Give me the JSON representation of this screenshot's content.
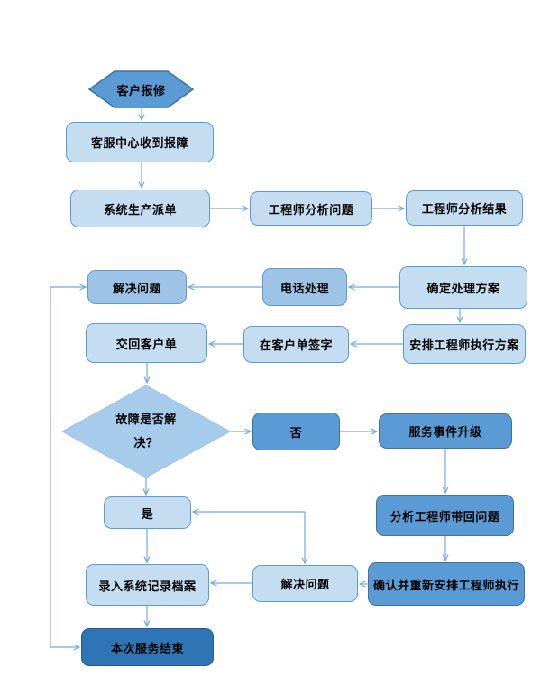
{
  "diagram": {
    "type": "flowchart",
    "language": "zh-CN",
    "description": "customer-service-repair-workflow"
  },
  "palette": {
    "light_fill": "#C5DDF1",
    "medium_fill": "#9DC3E6",
    "dark_fill": "#5B9BD5",
    "end_fill": "#2E75B6",
    "diamond_fill": "#A7CBEA",
    "border_light": "#5B9BD5",
    "border_dark": "#41719C",
    "connector": "#74A9DC",
    "text": "#000000"
  },
  "nodes": [
    {
      "id": "start",
      "label": "客户报修",
      "shape": "hexagon",
      "variant": "dark"
    },
    {
      "id": "receive",
      "label": "客服中心收到报障",
      "shape": "rounded-rect",
      "variant": "light"
    },
    {
      "id": "dispatch",
      "label": "系统生产派单",
      "shape": "rounded-rect",
      "variant": "light"
    },
    {
      "id": "analyze-problem",
      "label": "工程师分析问题",
      "shape": "rounded-rect",
      "variant": "light"
    },
    {
      "id": "analysis-result",
      "label": "工程师分析结果",
      "shape": "rounded-rect",
      "variant": "light"
    },
    {
      "id": "confirm-plan",
      "label": "确定处理方案",
      "shape": "rounded-rect",
      "variant": "light"
    },
    {
      "id": "phone-handle",
      "label": "电话处理",
      "shape": "rounded-rect",
      "variant": "medium"
    },
    {
      "id": "solve-top",
      "label": "解决问题",
      "shape": "rounded-rect",
      "variant": "medium"
    },
    {
      "id": "assign-engineer",
      "label": "安排工程师执行方案",
      "shape": "rounded-rect",
      "variant": "light"
    },
    {
      "id": "sign-order",
      "label": "在客户单签字",
      "shape": "rounded-rect",
      "variant": "light"
    },
    {
      "id": "return-order",
      "label": "交回客户单",
      "shape": "rounded-rect",
      "variant": "light"
    },
    {
      "id": "decision",
      "label": "故障是否解决？",
      "line1": "故障是否解",
      "line2": "决？",
      "shape": "diamond",
      "variant": "diamond"
    },
    {
      "id": "no",
      "label": "否",
      "shape": "rounded-rect",
      "variant": "dark"
    },
    {
      "id": "escalate",
      "label": "服务事件升级",
      "shape": "rounded-rect",
      "variant": "dark"
    },
    {
      "id": "analyze-back",
      "label": "分析工程师带回问题",
      "shape": "rounded-rect",
      "variant": "dark"
    },
    {
      "id": "yes",
      "label": "是",
      "shape": "rounded-rect",
      "variant": "light"
    },
    {
      "id": "confirm-rearrange",
      "label": "确认并重新安排工程师执行",
      "shape": "rounded-rect",
      "variant": "dark"
    },
    {
      "id": "solve-bottom",
      "label": "解决问题",
      "shape": "rounded-rect",
      "variant": "light"
    },
    {
      "id": "record",
      "label": "录入系统记录档案",
      "shape": "rounded-rect",
      "variant": "light"
    },
    {
      "id": "end",
      "label": "本次服务结束",
      "shape": "rounded-rect",
      "variant": "end"
    }
  ]
}
